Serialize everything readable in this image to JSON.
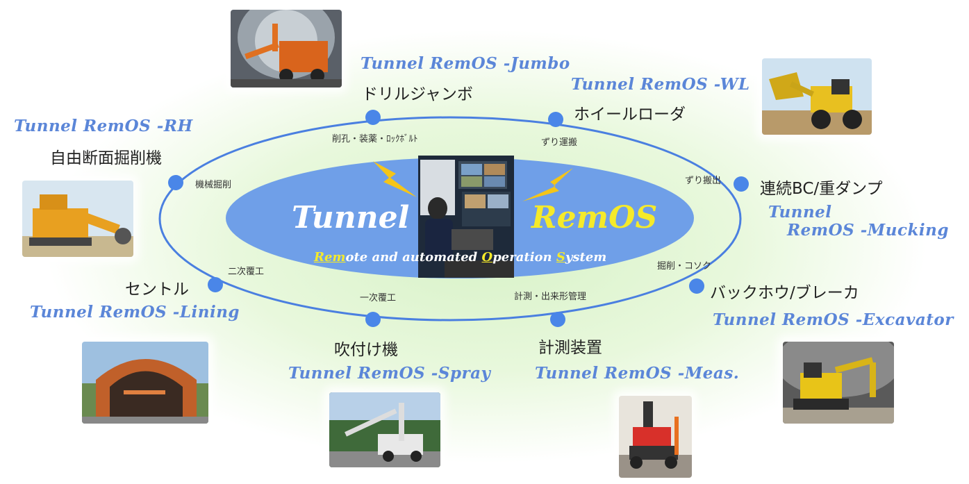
{
  "center": {
    "title_left": "Tunnel",
    "title_right": "RemOS",
    "subtitle_parts": [
      "Rem",
      "ote and automated ",
      "O",
      "peration ",
      "S",
      "ystem"
    ]
  },
  "nodes": [
    {
      "id": "jumbo",
      "series": "Tunnel RemOS -Jumbo",
      "machine": "ドリルジャンボ",
      "task": "削孔・装薬・ﾛｯｸﾎﾞﾙﾄ"
    },
    {
      "id": "wl",
      "series": "Tunnel RemOS -WL",
      "machine": "ホイールローダ",
      "task": "ずり運搬"
    },
    {
      "id": "mucking",
      "series_line1": "Tunnel",
      "series_line2": "RemOS -Mucking",
      "machine": "連続BC/重ダンプ",
      "task": "ずり搬出"
    },
    {
      "id": "excavator",
      "series": "Tunnel RemOS -Excavator",
      "machine": "バックホウ/ブレーカ",
      "task": "掘削・コソク"
    },
    {
      "id": "meas",
      "series": "Tunnel RemOS -Meas.",
      "machine": "計測装置",
      "task": "計測・出来形管理"
    },
    {
      "id": "spray",
      "series": "Tunnel RemOS -Spray",
      "machine": "吹付け機",
      "task": "一次覆工"
    },
    {
      "id": "lining",
      "series": "Tunnel RemOS -Lining",
      "machine": "セントル",
      "task": "二次覆工"
    },
    {
      "id": "rh",
      "series": "Tunnel RemOS -RH",
      "machine": "自由断面掘削機",
      "task": "機械掘削"
    }
  ],
  "colors": {
    "series_text": "#5b86d8",
    "ring": "#4a7fe0",
    "node": "#4a86e8",
    "center_fill": "#6f9fe8",
    "title_left": "#ffffff",
    "title_right": "#f5ea2a",
    "bolt": "#f5c518"
  },
  "icons": [
    "lightning-bolt-icon",
    "lightning-bolt-icon"
  ]
}
